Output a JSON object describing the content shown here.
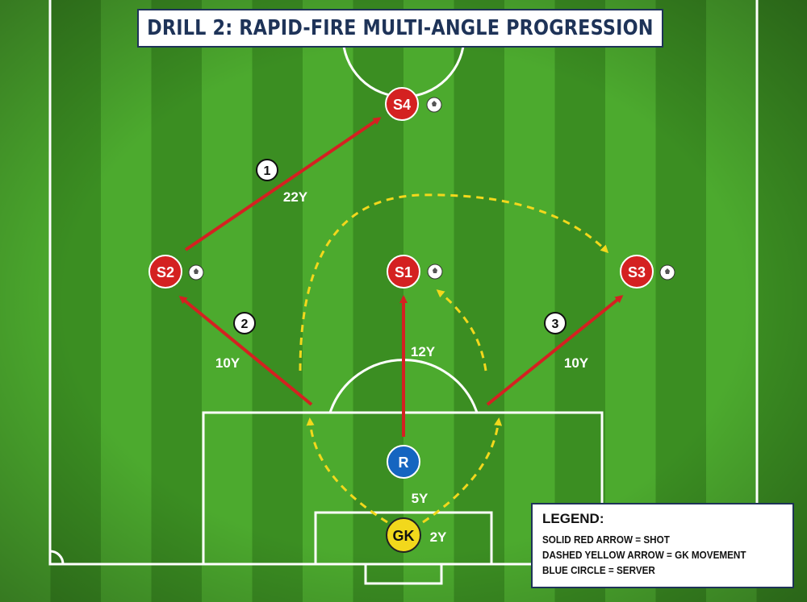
{
  "title": "DRILL 2: RAPID-FIRE MULTI-ANGLE PROGRESSION",
  "colors": {
    "grass_light": "#4caa2e",
    "grass_dark": "#3b8e22",
    "line_white": "#ffffff",
    "shot_red": "#d42121",
    "gk_yellow": "#f2d81c",
    "server_blue": "#1565c0",
    "navy": "#1e3358"
  },
  "players": {
    "s4": "S4",
    "s2": "S2",
    "s1": "S1",
    "s3": "S3",
    "r": "R",
    "gk": "GK"
  },
  "steps": {
    "one": "1",
    "two": "2",
    "three": "3"
  },
  "distances": {
    "s2_to_s4": "22Y",
    "to_s2": "10Y",
    "to_s1": "12Y",
    "to_s3": "10Y",
    "r_to_gk": "5Y",
    "gk_to_line": "2Y"
  },
  "legend": {
    "title": "LEGEND:",
    "items": [
      "SOLID RED ARROW = SHOT",
      "DASHED YELLOW ARROW = GK MOVEMENT",
      "BLUE CIRCLE = SERVER"
    ]
  }
}
